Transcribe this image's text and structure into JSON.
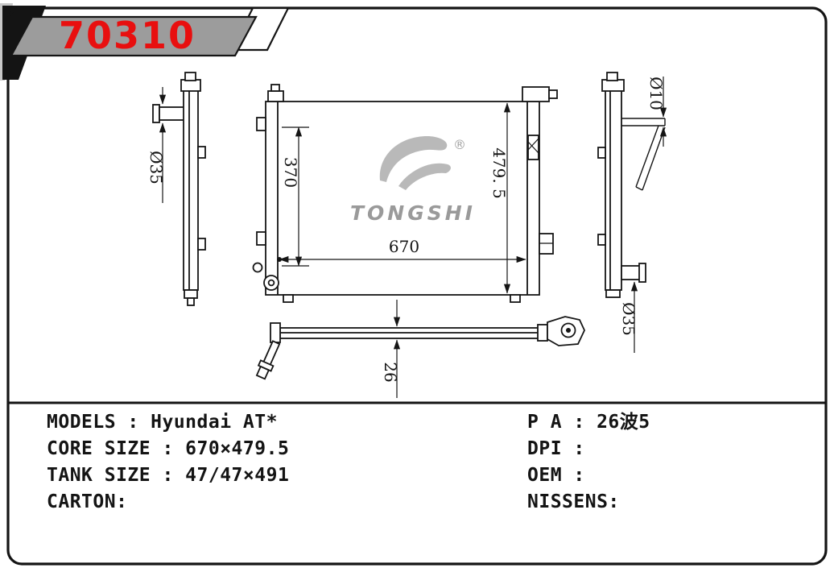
{
  "banner": {
    "part_number": "70310"
  },
  "logo": {
    "brand": "TONGSHI",
    "registered": "®"
  },
  "dims": {
    "core_width": "670",
    "core_height": "479. 5",
    "inner_height": "370",
    "thickness": "26",
    "left_pipe_dia": "Ø35",
    "right_pipe_top_dia": "Ø10",
    "right_pipe_bottom_dia": "Ø35"
  },
  "specs": {
    "left": [
      "MODELS : Hyundai AT*",
      "CORE SIZE : 670×479.5",
      "TANK SIZE : 47/47×491",
      "CARTON:"
    ],
    "right": [
      "P A : 26波5",
      "DPI :",
      "OEM :",
      "NISSENS:"
    ]
  }
}
